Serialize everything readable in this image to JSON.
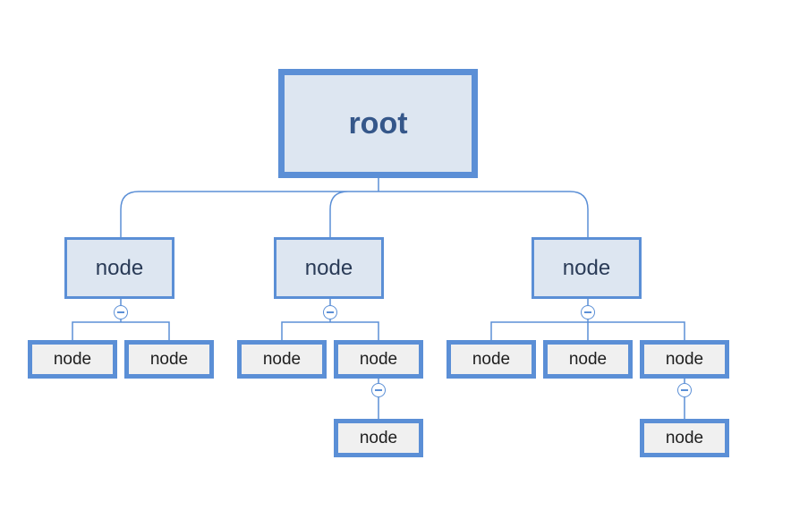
{
  "tree": {
    "root": "root",
    "children": [
      {
        "label": "node",
        "children": [
          {
            "label": "node"
          },
          {
            "label": "node"
          }
        ]
      },
      {
        "label": "node",
        "children": [
          {
            "label": "node"
          },
          {
            "label": "node",
            "children": [
              {
                "label": "node"
              }
            ]
          }
        ]
      },
      {
        "label": "node",
        "children": [
          {
            "label": "node"
          },
          {
            "label": "node"
          },
          {
            "label": "node",
            "children": [
              {
                "label": "node"
              }
            ]
          }
        ]
      }
    ]
  },
  "colors": {
    "line": "#5b8fd6",
    "root_fill": "#dde6f1",
    "root_text": "#35578a",
    "node_fill": "#dde6f1",
    "leaf_fill": "#f0f0f0"
  },
  "icons": {
    "collapse": "minus-circle-icon"
  }
}
